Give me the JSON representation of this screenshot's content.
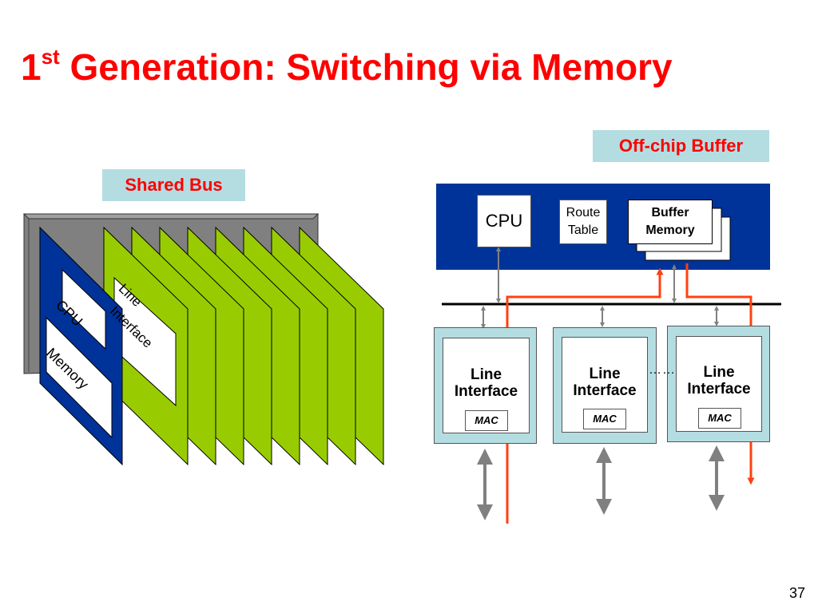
{
  "slide": {
    "title_prefix": "1",
    "title_superscript": "st",
    "title_rest": " Generation: Switching via Memory",
    "page_number": "37"
  },
  "left_diagram": {
    "callout": "Shared Bus",
    "cpu_label": "CPU",
    "memory_label": "Memory",
    "line_interface_line1": "Line",
    "line_interface_line2": "Interface",
    "colors": {
      "card": "#99cc00",
      "board": "#003399",
      "backplane": "#808080"
    }
  },
  "right_diagram": {
    "callout": "Off-chip Buffer",
    "cpu_label": "CPU",
    "route_table_line1": "Route",
    "route_table_line2": "Table",
    "buffer_memory_line1": "Buffer",
    "buffer_memory_line2": "Memory",
    "line_cards": [
      {
        "line1": "Line",
        "line2": "Interface",
        "mac": "MAC"
      },
      {
        "line1": "Line",
        "line2": "Interface",
        "mac": "MAC"
      },
      {
        "line1": "Line",
        "line2": "Interface",
        "mac": "MAC"
      }
    ],
    "ellipsis": "……",
    "colors": {
      "cpu_board": "#003399",
      "line_card": "#b4dde2",
      "packet_path": "#ff4010",
      "arrow": "#808080"
    }
  }
}
